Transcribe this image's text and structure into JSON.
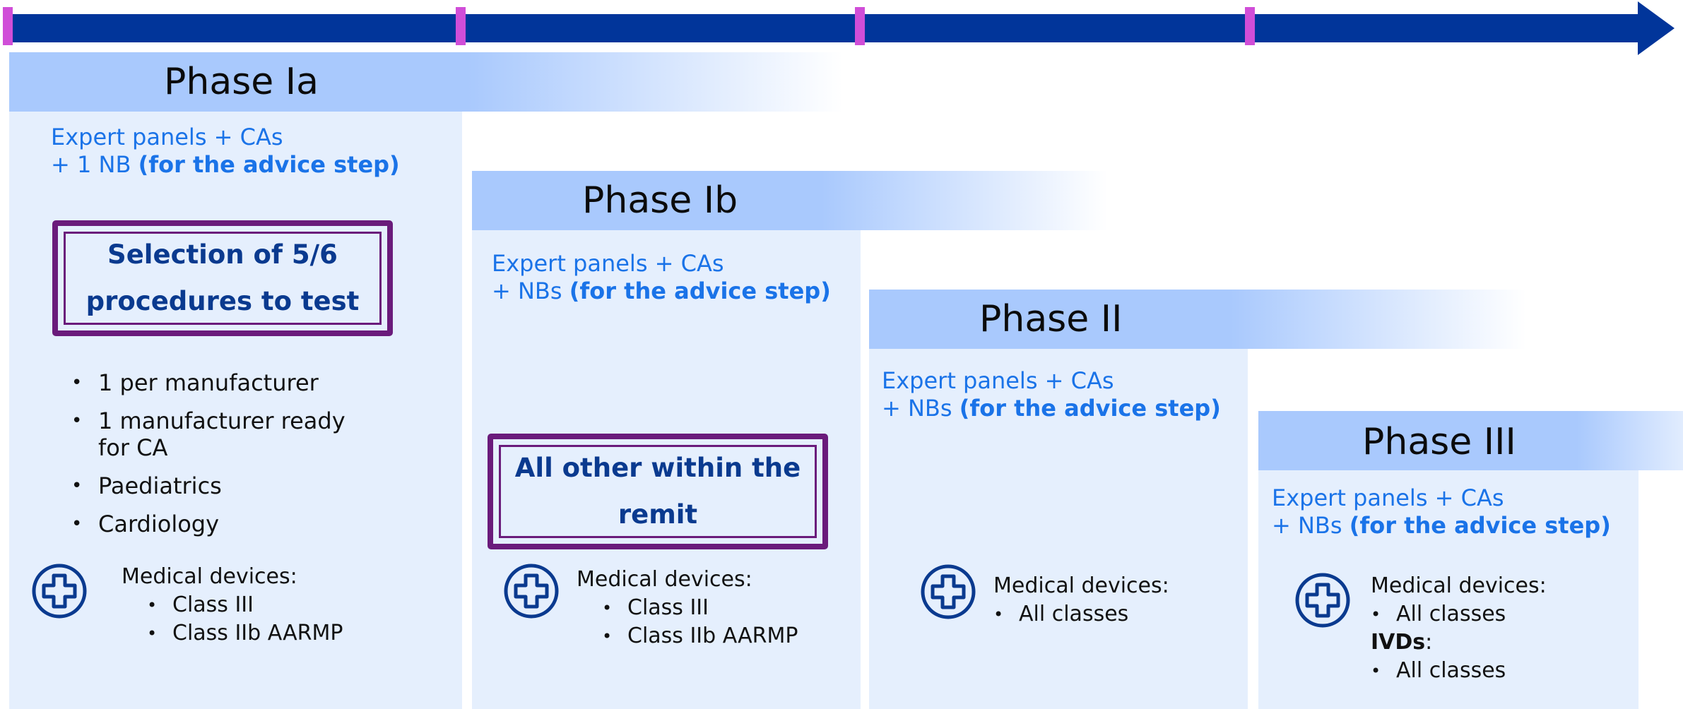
{
  "colors": {
    "timeline": "#01359a",
    "tick": "#d04ed8",
    "panel": "#e5effd",
    "header": "#a9c9fd",
    "box_border": "#6a1b7b",
    "accent_text": "#1a73e8",
    "box_text": "#0a3a8f"
  },
  "icons": {
    "device": "medical-cross-icon"
  },
  "phases": [
    {
      "title": "Phase Ia",
      "who_line1": "Expert panels + CAs",
      "who_line2_prefix": "+ 1 NB",
      "who_line2_bold": "(for the advice step)",
      "box_line1": "Selection of 5/6",
      "box_line2": "procedures to test",
      "bullets": [
        "1 per manufacturer",
        "1 manufacturer ready for CA",
        "Paediatrics",
        "Cardiology"
      ],
      "devices_heading": "Medical devices:",
      "devices": [
        "Class III",
        "Class IIb AARMP"
      ]
    },
    {
      "title": "Phase Ib",
      "who_line1": "Expert panels + CAs",
      "who_line2_prefix": "+ NBs",
      "who_line2_bold": "(for the advice step)",
      "box_line1": "All other within the",
      "box_line2": "remit",
      "devices_heading": "Medical devices:",
      "devices": [
        "Class III",
        "Class IIb AARMP"
      ]
    },
    {
      "title": "Phase II",
      "who_line1": "Expert panels + CAs",
      "who_line2_prefix": "+ NBs",
      "who_line2_bold": "(for the advice step)",
      "devices_heading": "Medical devices:",
      "devices": [
        "All classes"
      ]
    },
    {
      "title": "Phase III",
      "who_line1": "Expert panels + CAs",
      "who_line2_prefix": "+ NBs",
      "who_line2_bold": "(for the advice step)",
      "devices_heading": "Medical devices:",
      "devices": [
        "All classes"
      ],
      "ivd_heading": "IVDs",
      "ivd_colon": ":",
      "ivds": [
        "All classes"
      ]
    }
  ]
}
